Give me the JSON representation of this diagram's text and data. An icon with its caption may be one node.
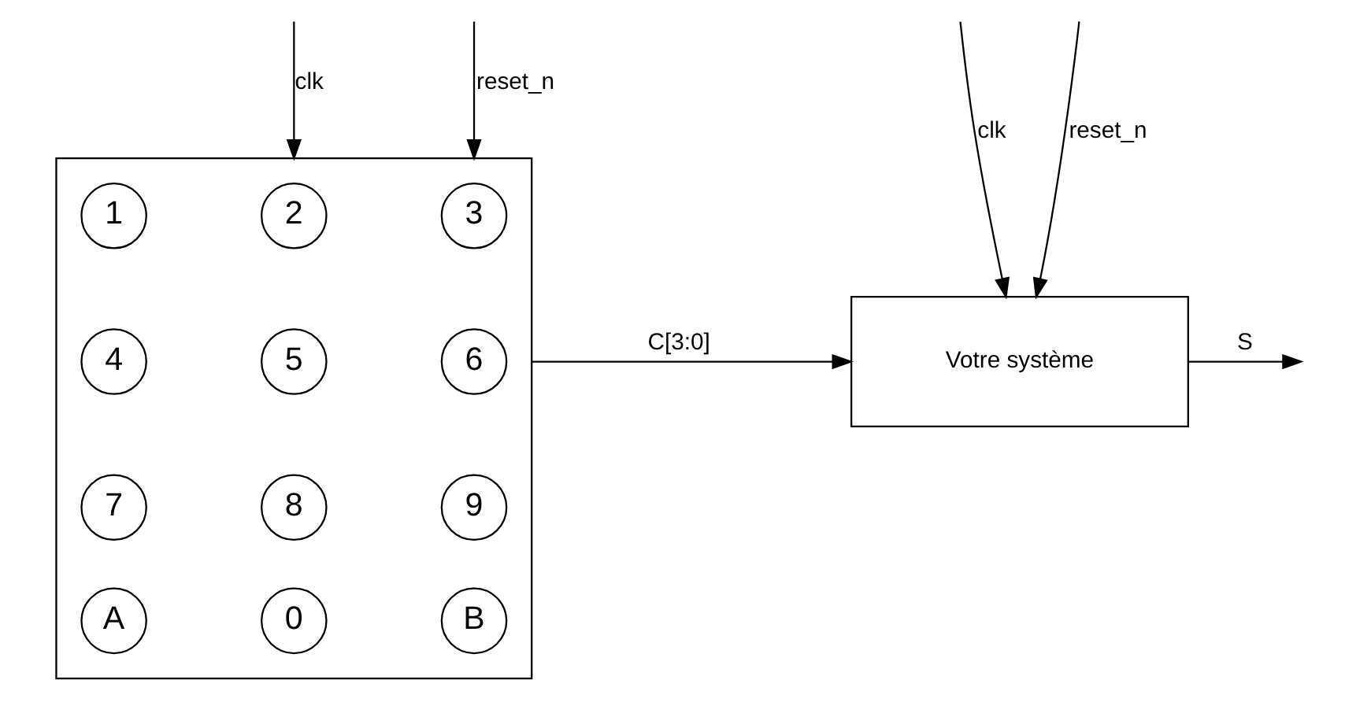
{
  "diagram": {
    "nodes": [
      {
        "text": [],
        "shape": "box"
      },
      {
        "text": [
          "1"
        ],
        "in": 0
      },
      {
        "text": [
          "2"
        ],
        "in": 0
      },
      {
        "text": [
          "3"
        ],
        "in": 0
      },
      {
        "text": [
          "4"
        ],
        "in": 0
      },
      {
        "text": [
          "5"
        ],
        "in": 0
      },
      {
        "text": [
          "6"
        ],
        "in": 0
      },
      {
        "text": [
          "7"
        ],
        "in": 0
      },
      {
        "text": [
          "8"
        ],
        "in": 0
      },
      {
        "text": [
          "9"
        ],
        "in": 0
      },
      {
        "text": [
          "A"
        ],
        "in": 0
      },
      {
        "text": [
          "0"
        ],
        "in": 0
      },
      {
        "text": [
          "B"
        ],
        "in": 0
      },
      {
        "text": [
          "Votre système"
        ]
      }
    ],
    "edges": [
      {
        "from": null,
        "to": 0,
        "arrow": "to",
        "label": "clk"
      },
      {
        "from": null,
        "to": 0,
        "arrow": "to",
        "label": "reset_n"
      },
      {
        "from": 0,
        "to": 13,
        "arrow": "to",
        "label": "C[3:0]"
      },
      {
        "from": null,
        "to": 13,
        "arrow": "to",
        "label": "clk"
      },
      {
        "from": null,
        "to": 13,
        "arrow": "to",
        "label": "reset_n"
      },
      {
        "from": 13,
        "to": null,
        "arrow": "to",
        "label": "S"
      }
    ]
  }
}
